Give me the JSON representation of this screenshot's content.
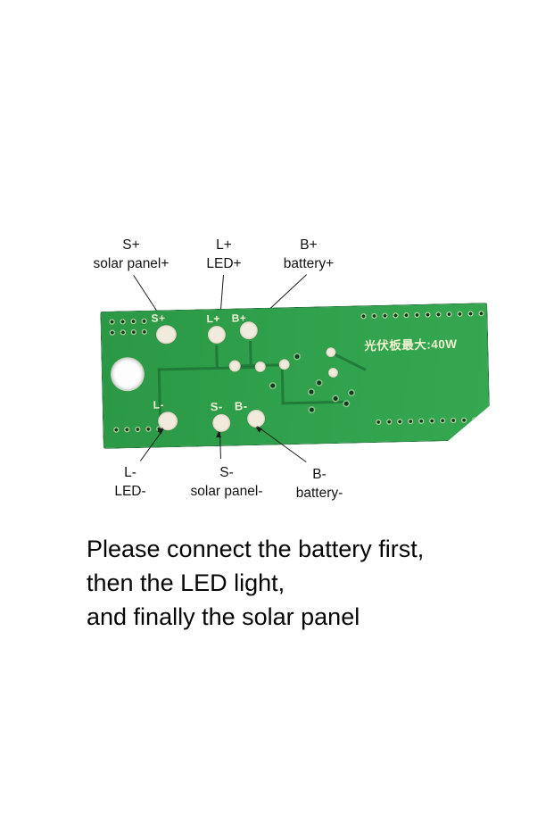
{
  "top_labels": [
    {
      "abbr": "S+",
      "name": "solar panel+"
    },
    {
      "abbr": "L+",
      "name": "LED+"
    },
    {
      "abbr": "B+",
      "name": "battery+"
    }
  ],
  "bottom_labels": [
    {
      "abbr": "L-",
      "name": "LED-"
    },
    {
      "abbr": "S-",
      "name": "solar panel-"
    },
    {
      "abbr": "B-",
      "name": "battery-"
    }
  ],
  "board": {
    "silk_s_plus": "S+",
    "silk_l_plus_b_plus": "L+ B+",
    "silk_l_minus": "L-",
    "silk_s_minus_b_minus": "S- B-",
    "rating_text": "光伏板最大:40W",
    "color": "#2fa04b"
  },
  "instructions": [
    "Please connect the battery first,",
    "then the LED light,",
    "and finally the solar panel"
  ]
}
